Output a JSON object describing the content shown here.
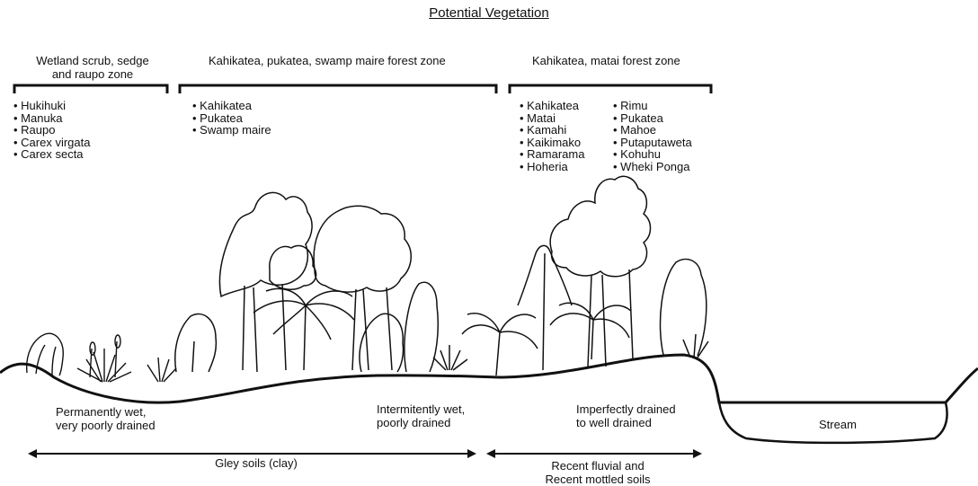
{
  "title": "Potential Vegetation",
  "zones": [
    {
      "name_line1": "Wetland scrub, sedge",
      "name_line2": "and raupo zone",
      "species_col1": [
        "Hukihuki",
        "Manuka",
        "Raupo",
        "Carex virgata",
        "Carex secta"
      ],
      "species_col2": []
    },
    {
      "name_line1": "Kahikatea, pukatea, swamp maire forest zone",
      "name_line2": "",
      "species_col1": [
        "Kahikatea",
        "Pukatea",
        "Swamp maire"
      ],
      "species_col2": []
    },
    {
      "name_line1": "Kahikatea, matai forest zone",
      "name_line2": "",
      "species_col1": [
        "Kahikatea",
        "Matai",
        "Kamahi",
        "Kaikimako",
        "Ramarama",
        "Hoheria"
      ],
      "species_col2": [
        "Rimu",
        "Pukatea",
        "Mahoe",
        "Putaputaweta",
        "Kohuhu",
        "Wheki Ponga"
      ]
    }
  ],
  "drainage": [
    {
      "line1": "Permanently wet,",
      "line2": "very poorly drained"
    },
    {
      "line1": "Intermitently wet,",
      "line2": "poorly drained"
    },
    {
      "line1": "Imperfectly drained",
      "line2": "to well drained"
    }
  ],
  "stream_label": "Stream",
  "soils": [
    {
      "line1": "Gley soils (clay)",
      "line2": ""
    },
    {
      "line1": "Recent fluvial and",
      "line2": "Recent mottled soils"
    }
  ]
}
